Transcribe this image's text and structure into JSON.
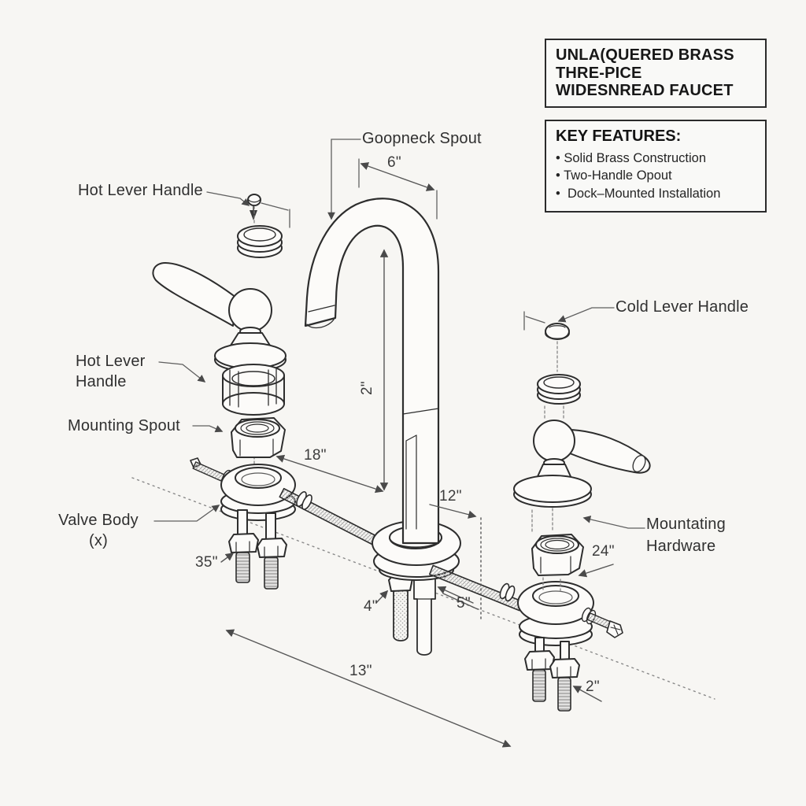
{
  "background": "#f7f6f3",
  "ink": "#2d2d2d",
  "dim_color": "#575757",
  "panels": {
    "title_box": {
      "text": "UNLA(QUERED BRASS\nTHRE-PICE\nWIDESNREAD FAUCET"
    },
    "features_box": {
      "heading": "KEY FEATURES:",
      "items": [
        "• Solid Brass Construction",
        "• Two-Handle Opout",
        "•  Dock–Mounted Installation"
      ]
    }
  },
  "labels": {
    "hot_lever_handle_top": "Hot Lever Handle",
    "gooseneck_spout": "Goopneck Spout",
    "hot_lever_handle_side": "Hot Lever\nHandle",
    "mounting_spout": "Mounting Spout",
    "valve_body": "Valve Body\n(x)",
    "cold_lever_handle": "Cold Lever Handle",
    "mounting_hardware": "Mountating\nHardware"
  },
  "dimensions": {
    "spout_reach": "6\"",
    "spout_height": "2\"",
    "supply_length": "18\"",
    "center_offset": "12\"",
    "shank_length": "4\"",
    "hose_length": "5\"",
    "spread_width": "13\"",
    "right_hose": "24\"",
    "left_bolt": "35\"",
    "right_bolt": "2\""
  }
}
